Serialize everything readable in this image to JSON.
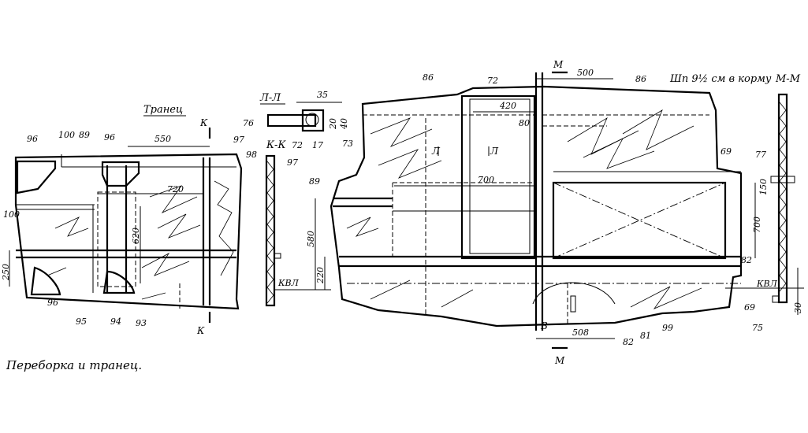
{
  "caption": "Переборка и транец.",
  "views": {
    "transom": {
      "title": "Транец"
    },
    "section_LL": {
      "title": "Л-Л"
    },
    "section_KK": {
      "title": "К-К"
    },
    "section_MM": {
      "title": "М-М"
    },
    "frame_note": "Шп 9½ см в корму"
  },
  "dimensions": {
    "d550": "550",
    "d720": "720",
    "d620": "620",
    "d250": "250",
    "d35": "35",
    "d20": "20",
    "d40": "40",
    "d17": "17",
    "d580": "580",
    "d220": "220",
    "d700a": "700",
    "d420": "420",
    "d80": "80",
    "d500": "500",
    "d508": "508",
    "d700b": "700",
    "d150": "150",
    "d30": "30"
  },
  "part_labels": {
    "p96a": "96",
    "p100a": "100",
    "p89a": "89",
    "p96b": "96",
    "p97a": "97",
    "p98": "98",
    "p100b": "100",
    "p96c": "96",
    "p95": "95",
    "p94": "94",
    "p93": "93",
    "p76": "76",
    "p72a": "72",
    "p73": "73",
    "p97b": "97",
    "p86a": "86",
    "p72b": "72",
    "p86b": "86",
    "p89b": "89",
    "p69a": "69",
    "p77": "77",
    "p82a": "82",
    "p69b": "69",
    "p75": "75",
    "p82b": "82",
    "p81": "81",
    "p99": "99"
  },
  "markers": {
    "K_top": "К",
    "K_bottom": "К",
    "L_left": "Л",
    "L_right": "Л",
    "M_top": "М",
    "M_bottom": "М",
    "B": "В"
  },
  "waterline": {
    "kvl_a": "КВЛ",
    "kvl_b": "КВЛ"
  }
}
